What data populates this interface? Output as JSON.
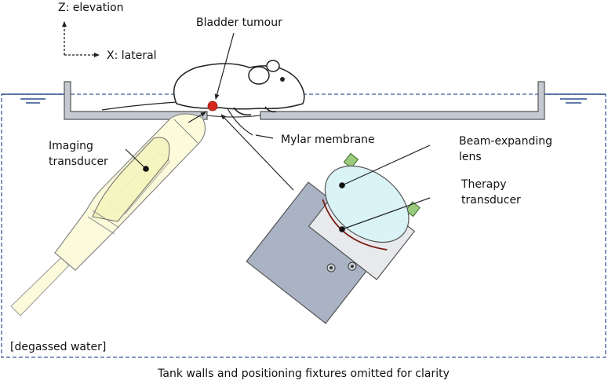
{
  "axes": {
    "z_label": "Z: elevation",
    "x_label": "X: lateral"
  },
  "labels": {
    "tumour": "Bladder tumour",
    "membrane": "Mylar membrane",
    "imaging_line1": "Imaging",
    "imaging_line2": "transducer",
    "beam_line1": "Beam-expanding",
    "beam_line2": "lens",
    "therapy_line1": "Therapy",
    "therapy_line2": "transducer",
    "water": "[degassed water]"
  },
  "caption": "Tank walls and positioning fixtures omitted for clarity",
  "colors": {
    "tank_border": "#3a5a9a",
    "water_line": "#2c4f8c",
    "tumour": "#d42a1e",
    "lens_fill": "#d9f3f6",
    "imaging_fill": "#fbfbdc",
    "bracket_fill": "#a9b3c4",
    "green_fixture": "#9acb7c",
    "membrane_line": "#7a1a12"
  }
}
